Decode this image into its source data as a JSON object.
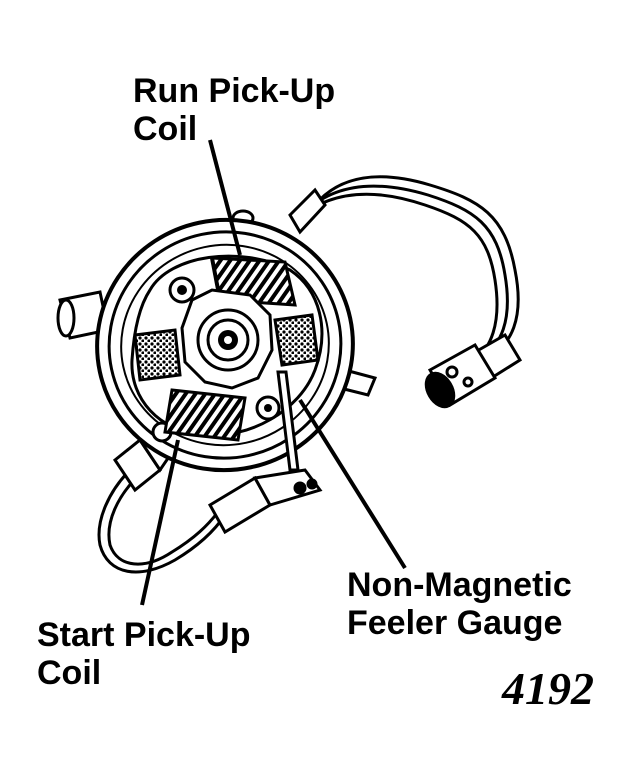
{
  "labels": {
    "run_pickup_line1": "Run Pick-Up",
    "run_pickup_line2": "Coil",
    "start_pickup_line1": "Start Pick-Up",
    "start_pickup_line2": "Coil",
    "feeler_line1": "Non-Magnetic",
    "feeler_line2": "Feeler Gauge"
  },
  "figure_number": "4192"
}
